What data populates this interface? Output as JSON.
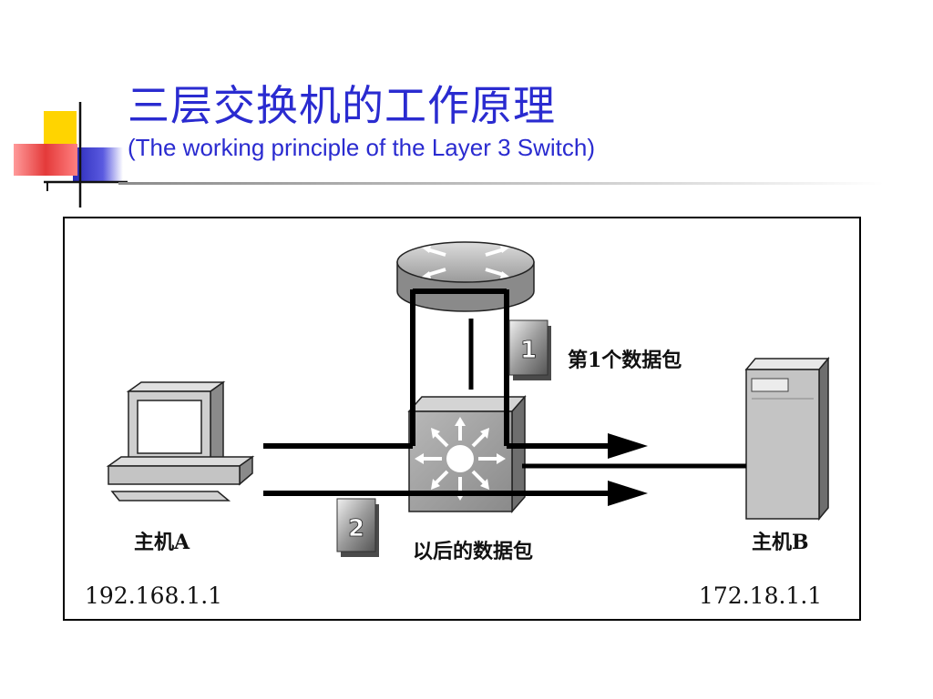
{
  "title": {
    "zh": "三层交换机的工作原理",
    "en": "(The working principle of the Layer 3 Switch)"
  },
  "diagram": {
    "host_a": {
      "label": "主机A",
      "ip": "192.168.1.1"
    },
    "host_b": {
      "label": "主机B",
      "ip": "172.18.1.1"
    },
    "step1": {
      "number": "1",
      "label": "第1个数据包"
    },
    "step2": {
      "number": "2",
      "label": "以后的数据包"
    }
  },
  "colors": {
    "title": "#2a2bd0",
    "logo_yellow": "#ffd400",
    "logo_red": "#e43a3a",
    "logo_blue": "#3a3ac8",
    "badge_gray": "#a8a8a8"
  }
}
